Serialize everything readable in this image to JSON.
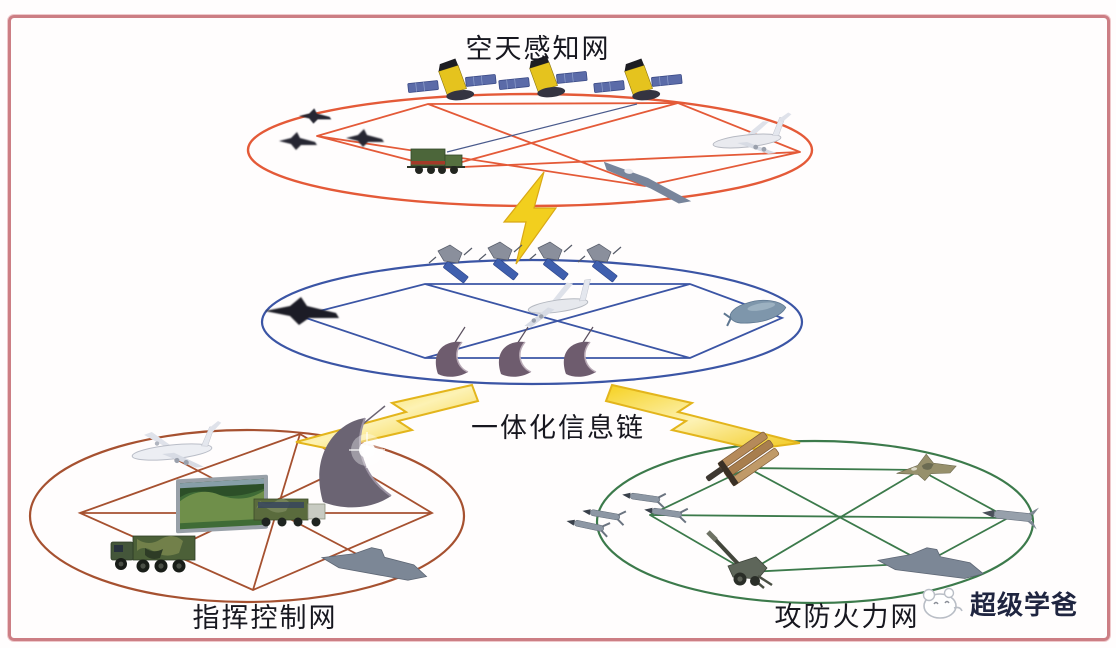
{
  "diagram_title": "integrated joint-operations network diagram",
  "networks": [
    {
      "id": "space-air-sensing-net",
      "label": "空天感知网",
      "color": "#e45a38",
      "nodes": [
        "reconnaissance-satellite",
        "reconnaissance-satellite",
        "reconnaissance-satellite",
        "fighter-jet",
        "fighter-jet",
        "fighter-jet",
        "radar-vehicle",
        "early-warning-aircraft",
        "stealth-flying-wing"
      ]
    },
    {
      "id": "integrated-info-link",
      "label": "一体化信息链",
      "color": "#3b55a5",
      "nodes": [
        "relay-satellite",
        "relay-satellite",
        "relay-satellite",
        "relay-satellite",
        "fighter-jet",
        "transport-aircraft",
        "ground-dish-antenna",
        "ground-dish-antenna",
        "ground-dish-antenna",
        "surveillance-airship"
      ]
    },
    {
      "id": "command-control-net",
      "label": "指挥控制网",
      "color": "#a65130",
      "nodes": [
        "transport-aircraft",
        "large-dish-antenna",
        "map-display-screen",
        "command-vehicle",
        "military-truck",
        "warship"
      ]
    },
    {
      "id": "offense-defense-fire-net",
      "label": "攻防火力网",
      "color": "#3c7a4b",
      "nodes": [
        "multiple-rocket-launcher",
        "fighter-jet",
        "cruise-missiles",
        "howitzer",
        "warship",
        "missile"
      ]
    }
  ],
  "connectors": [
    {
      "type": "lightning-link",
      "from": "空天感知网",
      "to": "一体化信息链",
      "color": "#f2cf1e"
    },
    {
      "type": "lightning-link",
      "from": "一体化信息链",
      "to": "指挥控制网",
      "color": "#f2cf1e"
    },
    {
      "type": "lightning-link",
      "from": "一体化信息链",
      "to": "攻防火力网",
      "color": "#f2cf1e"
    }
  ],
  "watermark": {
    "logo": "mascot-logo",
    "text": "超级学爸",
    "color": "#1f2540"
  },
  "page": {
    "background": "#ffffff",
    "frame_color": "#cc7e84"
  }
}
